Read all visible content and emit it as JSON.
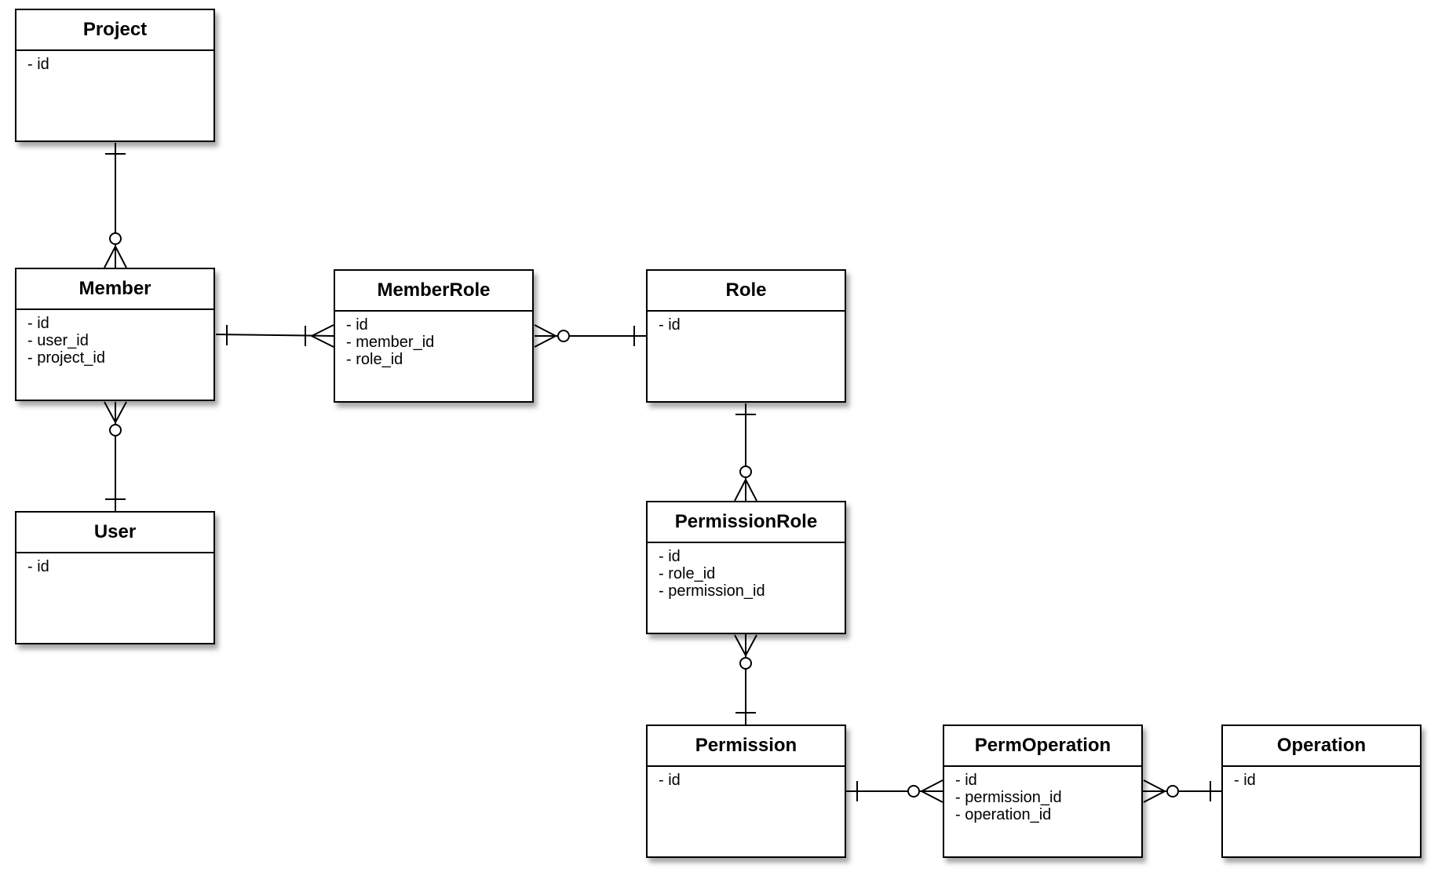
{
  "entities": {
    "project": {
      "name": "Project",
      "fields": [
        "- id"
      ]
    },
    "member": {
      "name": "Member",
      "fields": [
        "- id",
        "- user_id",
        "- project_id"
      ]
    },
    "user": {
      "name": "User",
      "fields": [
        "- id"
      ]
    },
    "member_role": {
      "name": "MemberRole",
      "fields": [
        "- id",
        "- member_id",
        "- role_id"
      ]
    },
    "role": {
      "name": "Role",
      "fields": [
        "- id"
      ]
    },
    "permission_role": {
      "name": "PermissionRole",
      "fields": [
        "- id",
        "- role_id",
        "- permission_id"
      ]
    },
    "permission": {
      "name": "Permission",
      "fields": [
        "- id"
      ]
    },
    "perm_operation": {
      "name": "PermOperation",
      "fields": [
        "- id",
        "- permission_id",
        "- operation_id"
      ]
    },
    "operation": {
      "name": "Operation",
      "fields": [
        "- id"
      ]
    }
  },
  "relationships": [
    {
      "from": "project",
      "to": "member",
      "from_cardinality": "one",
      "to_cardinality": "zero-or-many"
    },
    {
      "from": "user",
      "to": "member",
      "from_cardinality": "one",
      "to_cardinality": "zero-or-many"
    },
    {
      "from": "member",
      "to": "member_role",
      "from_cardinality": "one",
      "to_cardinality": "one-or-many"
    },
    {
      "from": "role",
      "to": "member_role",
      "from_cardinality": "one",
      "to_cardinality": "zero-or-many"
    },
    {
      "from": "role",
      "to": "permission_role",
      "from_cardinality": "one",
      "to_cardinality": "zero-or-many"
    },
    {
      "from": "permission",
      "to": "permission_role",
      "from_cardinality": "one",
      "to_cardinality": "zero-or-many"
    },
    {
      "from": "permission",
      "to": "perm_operation",
      "from_cardinality": "one",
      "to_cardinality": "zero-or-many"
    },
    {
      "from": "operation",
      "to": "perm_operation",
      "from_cardinality": "one",
      "to_cardinality": "zero-or-many"
    }
  ]
}
